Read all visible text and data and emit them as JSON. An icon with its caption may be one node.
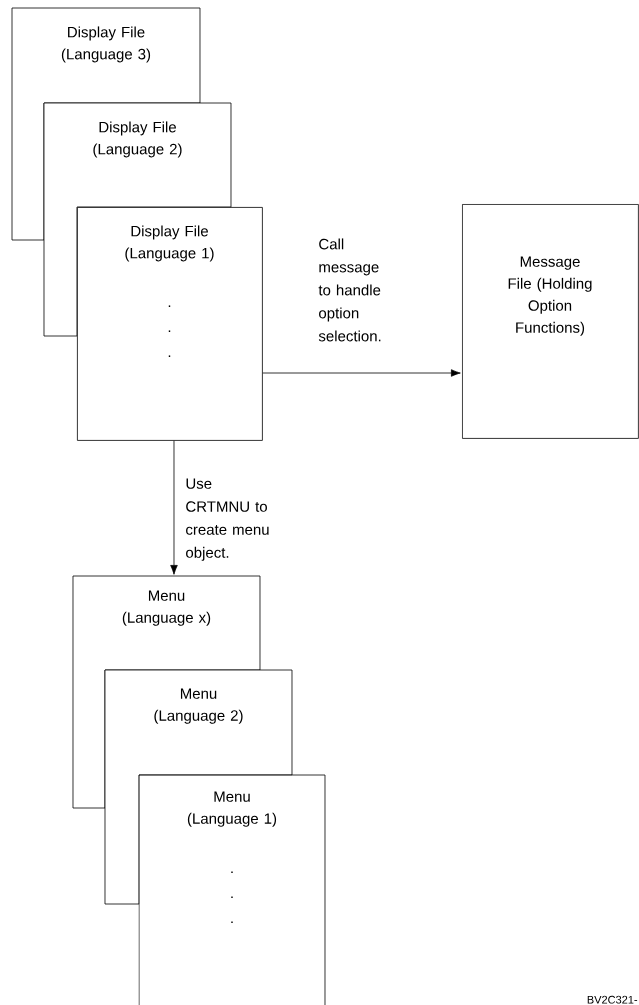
{
  "diagram": {
    "nodes": [
      {
        "text": [
          "Display File (Language 3)"
        ]
      },
      {
        "text": [
          "Display File (Language 2)"
        ]
      },
      {
        "text": [
          "Display File (Language 1)",
          ".",
          ".",
          "."
        ]
      },
      {
        "text": [
          "Message File (Holding Option Functions)"
        ]
      },
      {
        "text": [
          "Menu (Language x)"
        ]
      },
      {
        "text": [
          "Menu (Language 2)"
        ]
      },
      {
        "text": [
          "Menu (Language 1)",
          ".",
          ".",
          "."
        ]
      }
    ],
    "edges": [
      {
        "from": 2,
        "to": 3,
        "arrow": "to",
        "label": "Call message to handle option selection."
      },
      {
        "from": 2,
        "to": 4,
        "arrow": "to",
        "label": "Use CRTMNU to create menu object."
      }
    ],
    "labels": [
      "BV2C321-"
    ]
  }
}
